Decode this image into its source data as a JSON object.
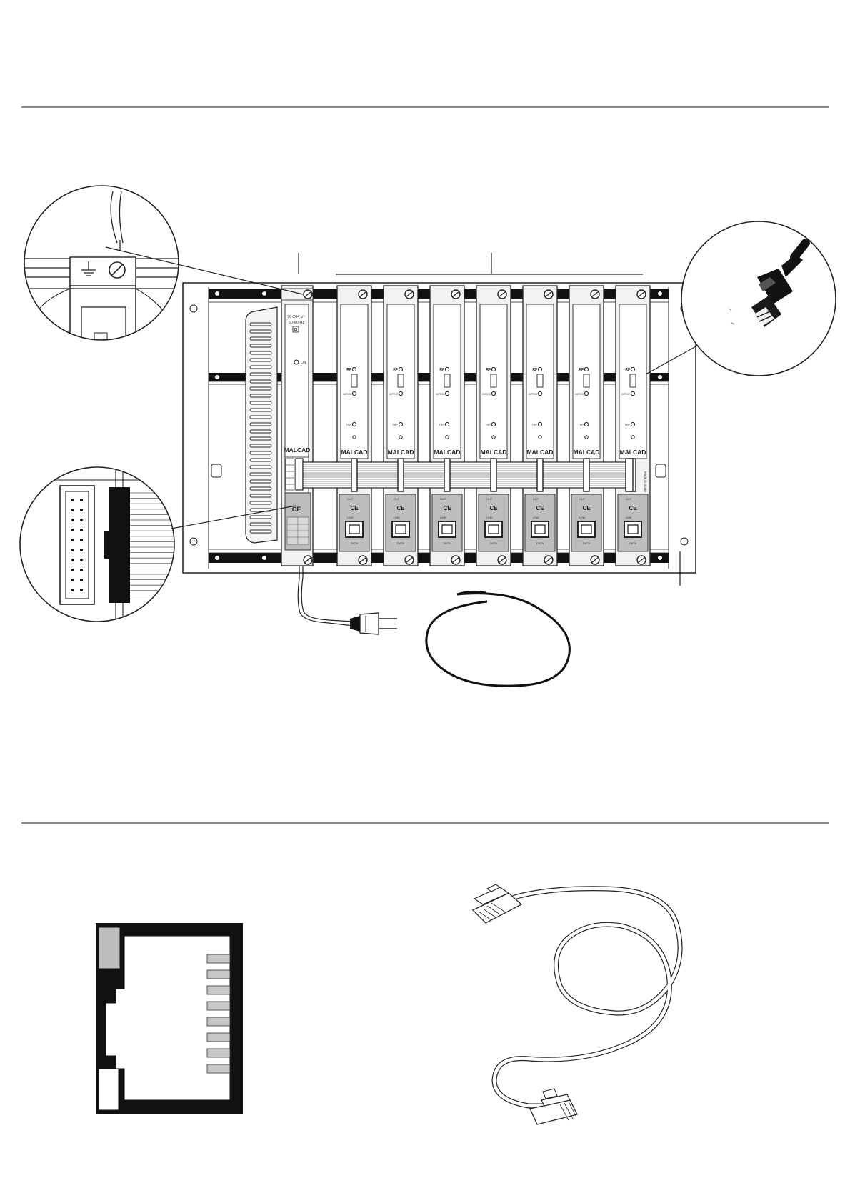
{
  "header_rule": true,
  "rack": {
    "power_module": {
      "brand": "MALCAD",
      "rating_line1": "90-264 V~",
      "rating_line2": "50-60 Hz",
      "led_label": "ON",
      "ce_mark": "CE"
    },
    "tuner_modules": [
      {
        "brand": "MALCAD",
        "led1_label": "RF",
        "led2_label": "MPEG",
        "led3_label": "TSP",
        "port_top_label": "OUT",
        "ce_mark": "CE",
        "port_label": "LINK",
        "port_caption": "DATA"
      },
      {
        "brand": "MALCAD",
        "led1_label": "RF",
        "led2_label": "MPEG",
        "led3_label": "TSP",
        "port_top_label": "OUT",
        "ce_mark": "CE",
        "port_label": "LINK",
        "port_caption": "DATA"
      },
      {
        "brand": "MALCAD",
        "led1_label": "RF",
        "led2_label": "MPEG",
        "led3_label": "TSP",
        "port_top_label": "OUT",
        "ce_mark": "CE",
        "port_label": "LINK",
        "port_caption": "DATA"
      },
      {
        "brand": "MALCAD",
        "led1_label": "RF",
        "led2_label": "MPEG",
        "led3_label": "TSP",
        "port_top_label": "OUT",
        "ce_mark": "CE",
        "port_label": "LINK",
        "port_caption": "DATA"
      },
      {
        "brand": "MALCAD",
        "led1_label": "RF",
        "led2_label": "MPEG",
        "led3_label": "TSP",
        "port_top_label": "OUT",
        "ce_mark": "CE",
        "port_label": "LINK",
        "port_caption": "DATA"
      },
      {
        "brand": "MALCAD",
        "led1_label": "RF",
        "led2_label": "MPEG",
        "led3_label": "TSP",
        "port_top_label": "OUT",
        "ce_mark": "CE",
        "port_label": "LINK",
        "port_caption": "DATA"
      },
      {
        "brand": "MALCAD",
        "led1_label": "RF",
        "led2_label": "MPEG",
        "led3_label": "TSP",
        "port_top_label": "OUT",
        "ce_mark": "CE",
        "port_label": "LINK",
        "port_caption": "DATA"
      }
    ],
    "last_module_side_text": "Made in Spain"
  },
  "callouts": [
    "ground-terminal-detail",
    "hdmi-connector-detail",
    "ribbon-connector-detail"
  ],
  "accessories": [
    "power-cord-with-plug",
    "coiled-cable"
  ],
  "rj45_pin_count": 8,
  "colors": {
    "line": "#1a1a1a",
    "panel": "#f2f2f2",
    "module_lower": "#bdbdbd",
    "pin": "#c8c8c8"
  }
}
